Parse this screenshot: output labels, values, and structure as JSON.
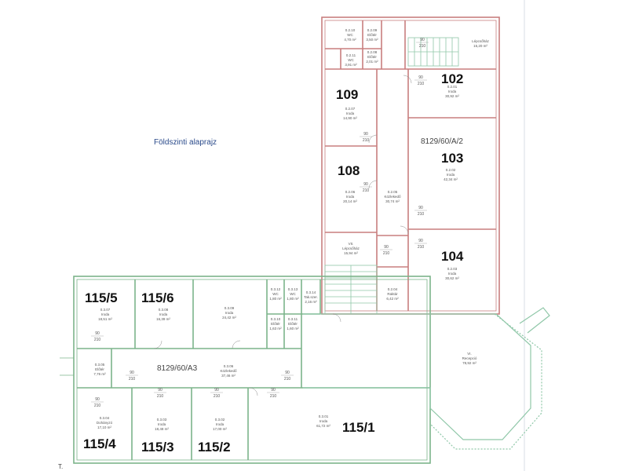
{
  "plan": {
    "title": "Földszinti alaprajz",
    "corner_mark": "T."
  },
  "colors": {
    "wall_red": "#c87f7f",
    "wall_green": "#7cb48a",
    "wall_gray": "#8a8a8a",
    "title_blue": "#2a4a8a"
  },
  "rooms": [
    {
      "id": "r0210",
      "num": "0.2.10",
      "name": "WC",
      "area": "4,70 m²"
    },
    {
      "id": "r0209",
      "num": "0.2.09",
      "name": "Előtér",
      "area": "3,50 m²"
    },
    {
      "id": "r0208",
      "num": "0.2.08",
      "name": "Előtér",
      "area": "2,01 m²"
    },
    {
      "id": "r0211",
      "num": "0.2.11",
      "name": "WC",
      "area": "3,91 m²"
    },
    {
      "id": "rLepcsohaz",
      "num": "",
      "name": "Lépcsőház",
      "area": "15,20 m²"
    },
    {
      "id": "r102",
      "big": "102",
      "num": "0.2.01",
      "name": "Iroda",
      "area": "30,92 m²"
    },
    {
      "id": "r109",
      "big": "109",
      "num": "0.2.07",
      "name": "Iroda",
      "area": "14,90 m²"
    },
    {
      "id": "r103",
      "big": "103",
      "code": "8129/60/A/2",
      "num": "0.2.02",
      "name": "Iroda",
      "area": "42,34 m²"
    },
    {
      "id": "r108",
      "big": "108",
      "num": "0.2.06",
      "name": "Iroda",
      "area": "20,14 m²"
    },
    {
      "id": "r0205",
      "num": "0.2.05",
      "name": "Közlekedő",
      "area": "30,74 m²"
    },
    {
      "id": "rVII",
      "num": "VII.",
      "name": "Lépcsőház",
      "area": "15,94 m²"
    },
    {
      "id": "r104",
      "big": "104",
      "num": "0.2.03",
      "name": "Iroda",
      "area": "30,62 m²"
    },
    {
      "id": "r0204",
      "num": "0.2.04",
      "name": "Raktár",
      "area": "6,42 m²"
    },
    {
      "id": "r1155",
      "big": "115/5",
      "num": "0.3.07",
      "name": "Iroda",
      "area": "18,51 m²"
    },
    {
      "id": "r1156",
      "big": "115/6",
      "num": "0.3.08",
      "name": "Iroda",
      "area": "16,39 m²"
    },
    {
      "id": "r0309",
      "num": "0.3.09",
      "name": "Iroda",
      "area": "24,42 m²"
    },
    {
      "id": "r0312",
      "num": "0.3.12",
      "name": "WC",
      "area": "1,80 m²"
    },
    {
      "id": "r0313",
      "num": "0.3.13",
      "name": "WC",
      "area": "1,80 m²"
    },
    {
      "id": "r0314",
      "num": "0.3.14",
      "name": "Tak.szer.",
      "area": "2,16 m²"
    },
    {
      "id": "r0310",
      "num": "0.3.10",
      "name": "Előtér",
      "area": "1,63 m²"
    },
    {
      "id": "r0311",
      "num": "0.3.11",
      "name": "Előtér",
      "area": "1,60 m²"
    },
    {
      "id": "r0305",
      "num": "0.3.05",
      "name": "Előtér",
      "area": "7,76 m²"
    },
    {
      "id": "r0306",
      "num": "0.3.06",
      "name": "Közlekedő",
      "area": "37,46 m²",
      "code": "8129/60/A3"
    },
    {
      "id": "rVI",
      "num": "VI.",
      "name": "Recepció",
      "area": "78,92 m²"
    },
    {
      "id": "r1154",
      "big": "115/4",
      "num": "0.3.04",
      "name": "Dohányzó",
      "area": "17,10 m²"
    },
    {
      "id": "r1153",
      "big": "115/3",
      "num": "0.3.03",
      "name": "Iroda",
      "area": "18,48 m²"
    },
    {
      "id": "r1152",
      "big": "115/2",
      "num": "0.3.02",
      "name": "Iroda",
      "area": "17,00 m²"
    },
    {
      "id": "r1151",
      "big": "115/1",
      "num": "0.3.01",
      "name": "Iroda",
      "area": "61,72 m²"
    }
  ],
  "door_tags": {
    "d1": {
      "w": "90",
      "h": "210"
    },
    "d2": {
      "w": "90",
      "h": "210"
    },
    "d3": {
      "w": "90",
      "h": "210"
    },
    "d4": {
      "w": "90",
      "h": "210"
    },
    "d5": {
      "w": "90",
      "h": "210"
    },
    "d6": {
      "w": "90",
      "h": "210"
    },
    "d7": {
      "w": "90",
      "h": "210"
    },
    "d8": {
      "w": "90",
      "h": "210"
    },
    "d9": {
      "w": "90",
      "h": "210"
    },
    "d10": {
      "w": "90",
      "h": "210"
    },
    "d11": {
      "w": "90",
      "h": "210"
    },
    "d12": {
      "w": "90",
      "h": "210"
    },
    "d13": {
      "w": "90",
      "h": "210"
    },
    "d14": {
      "w": "90",
      "h": "210"
    }
  }
}
